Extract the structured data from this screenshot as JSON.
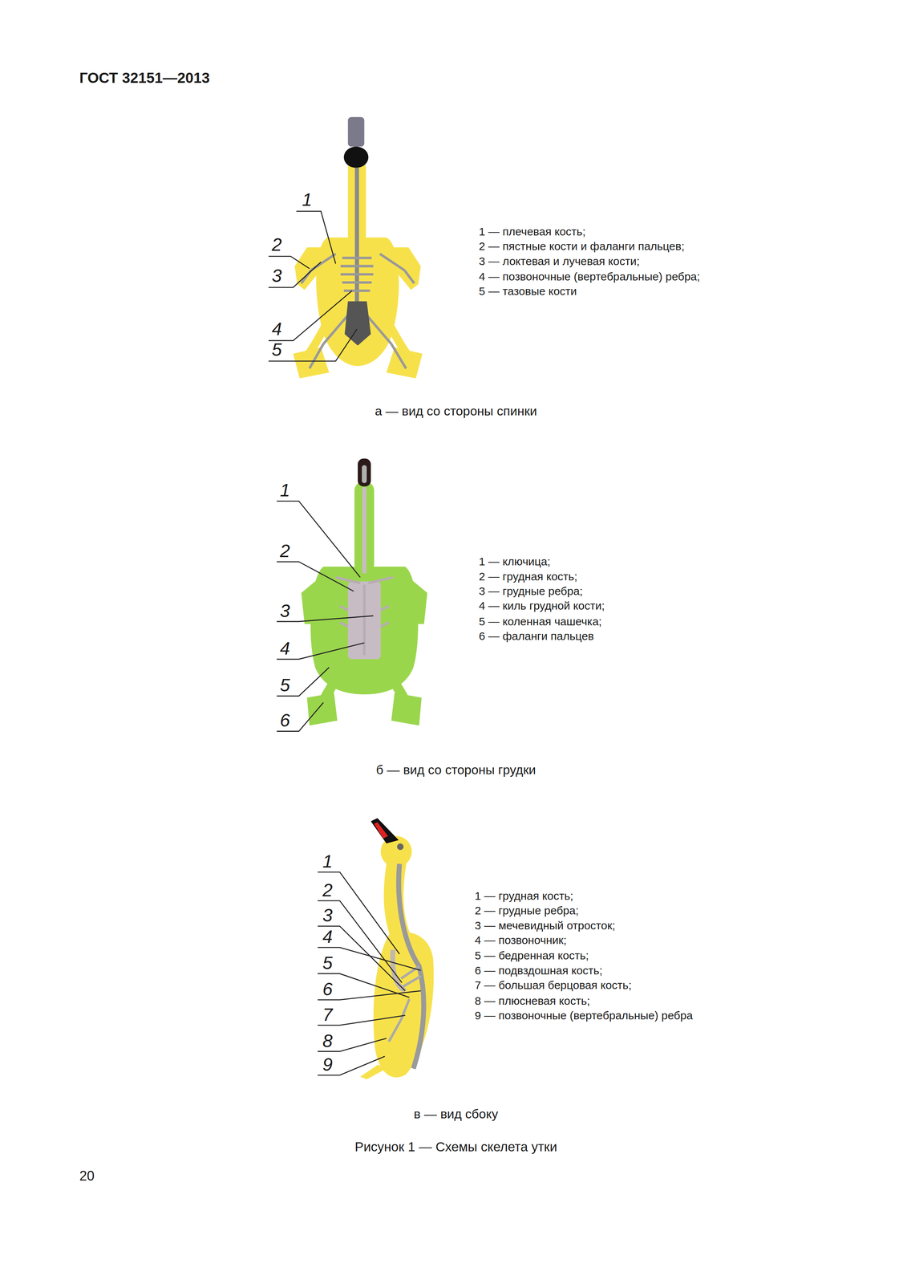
{
  "diagram": {
    "caption": "Рисунок 1 — Схемы скелета утки",
    "labels": [
      "ГОСТ 32151—2013",
      "1",
      "2",
      "3",
      "4",
      "5",
      "1 — плечевая кость;",
      "2 — пястные кости и фаланги пальцев;",
      "3 — локтевая и лучевая кости;",
      "4 — позвоночные (вертебральные) ребра;",
      "5 — тазовые кости",
      "а — вид со стороны спинки",
      "1",
      "2",
      "3",
      "4",
      "5",
      "6",
      "1 — ключица;",
      "2 — грудная кость;",
      "3 — грудные ребра;",
      "4 — киль грудной кости;",
      "5 — коленная чашечка;",
      "6 — фаланги пальцев",
      "б — вид со стороны грудки",
      "1",
      "2",
      "3",
      "4",
      "5",
      "6",
      "7",
      "8",
      "9",
      "1 — грудная кость;",
      "2 — грудные ребра;",
      "3 — мечевидный отросток;",
      "4 — позвоночник;",
      "5 — бедренная кость;",
      "6 — подвздошная кость;",
      "7 — большая берцовая кость;",
      "8 — плюсневая кость;",
      "9 — позвоночные (вертебральные) ребра",
      "в — вид сбоку",
      "20"
    ]
  }
}
